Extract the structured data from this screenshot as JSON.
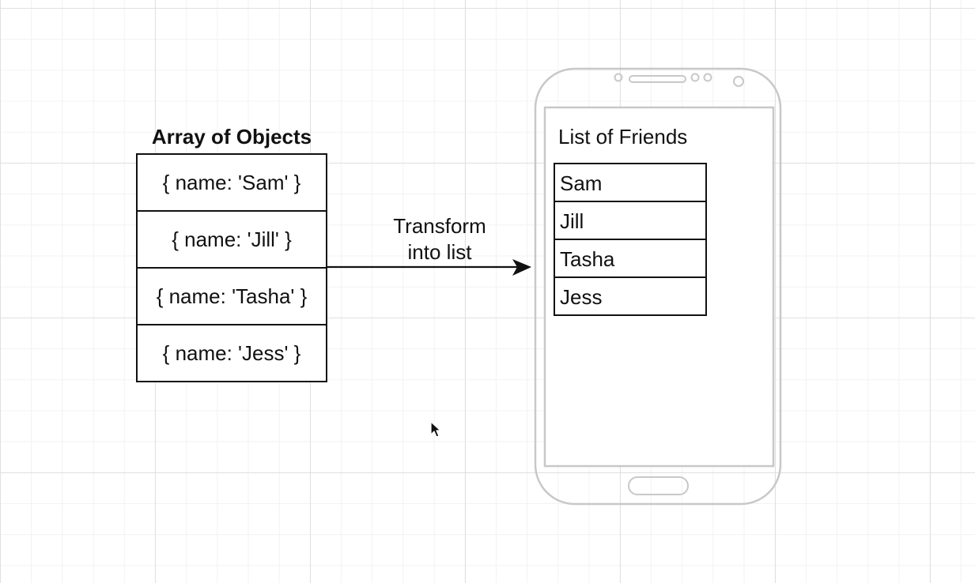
{
  "array_title": "Array of Objects",
  "array_items": [
    "{ name: 'Sam' }",
    "{ name: 'Jill' }",
    "{ name: 'Tasha' }",
    "{ name: 'Jess' }"
  ],
  "arrow_label": {
    "line1": "Transform",
    "line2": "into list"
  },
  "phone": {
    "title": "List of Friends",
    "items": [
      "Sam",
      "Jill",
      "Tasha",
      "Jess"
    ]
  },
  "colors": {
    "stroke": "#111111",
    "phone_outline": "#c8c8c8",
    "grid_major": "#e0e0e0",
    "grid_minor": "#f2f2f2"
  }
}
